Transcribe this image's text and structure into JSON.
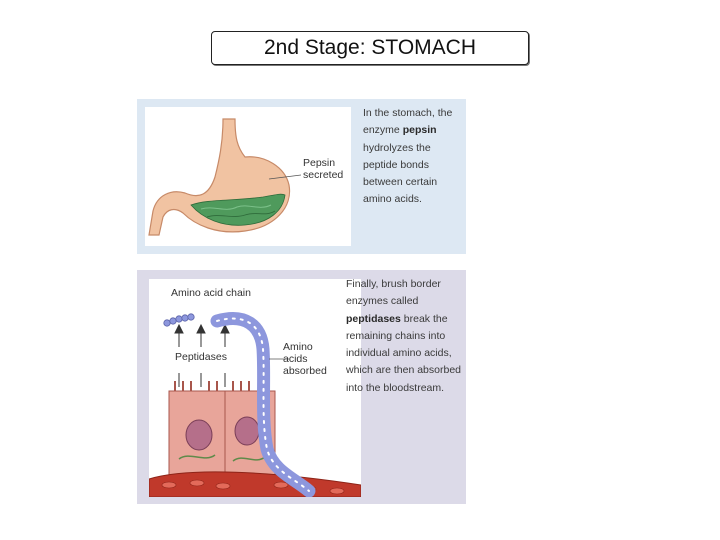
{
  "slide": {
    "title": "2nd Stage: STOMACH"
  },
  "stomach_panel": {
    "label_pepsin_line1": "Pepsin",
    "label_pepsin_line2": "secreted",
    "desc_part1": "In the stomach, the enzyme ",
    "desc_bold": "pepsin",
    "desc_part2": " hydrolyzes the peptide bonds between certain amino acids."
  },
  "intestine_panel": {
    "label_chain": "Amino acid chain",
    "label_peptidases": "Peptidases",
    "label_absorbed_line1": "Amino",
    "label_absorbed_line2": "acids",
    "label_absorbed_line3": "absorbed",
    "desc_part1": "Finally, brush border enzymes called ",
    "desc_bold": "peptidases",
    "desc_part2": " break the remaining chains into individual amino acids, which are then absorbed into the bloodstream."
  },
  "colors": {
    "panel1_bg": "#dde8f3",
    "panel2_bg": "#dcdae8",
    "stomach": "#f1c3a2",
    "gastric_juice": "#4f9a5c",
    "amino_acid": "#8d97dd",
    "blood_vessel": "#c0392b",
    "cell": "#e8a59a"
  }
}
